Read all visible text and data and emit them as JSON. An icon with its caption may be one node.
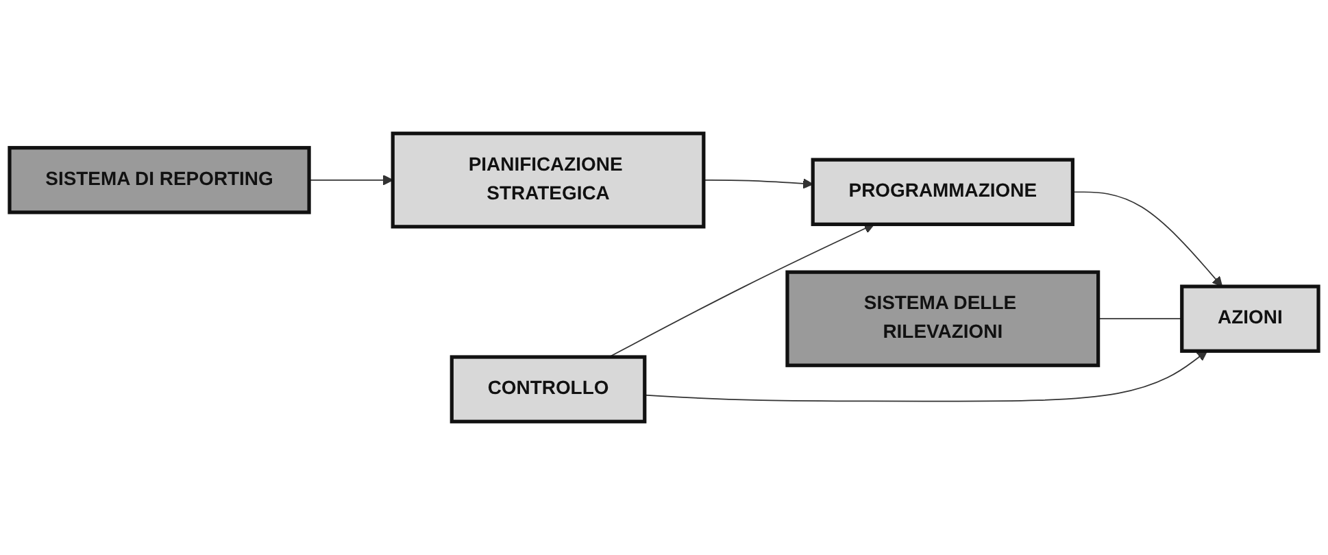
{
  "diagram": {
    "nodes": [
      {
        "text": [
          "PIANIFICAZIONE STRATEGICA"
        ]
      },
      {
        "text": [
          "SISTEMA DI REPORTING"
        ]
      },
      {
        "text": [
          "CONTROLLO"
        ]
      },
      {
        "text": [
          "PROGRAMMAZIONE"
        ]
      },
      {
        "text": [
          "SISTEMA DELLE RILEVAZIONI"
        ]
      },
      {
        "text": [
          "AZIONI"
        ]
      }
    ],
    "edges": [
      {
        "from": 1,
        "to": 0,
        "arrow": "to"
      },
      {
        "from": 0,
        "to": 3,
        "arrow": "to"
      },
      {
        "from": 2,
        "to": 3,
        "arrow": "to"
      },
      {
        "from": 2,
        "to": 5,
        "arrow": "to"
      },
      {
        "from": 3,
        "to": 5,
        "arrow": "to"
      },
      {
        "from": 4,
        "to": 5,
        "arrow": "none"
      }
    ]
  }
}
